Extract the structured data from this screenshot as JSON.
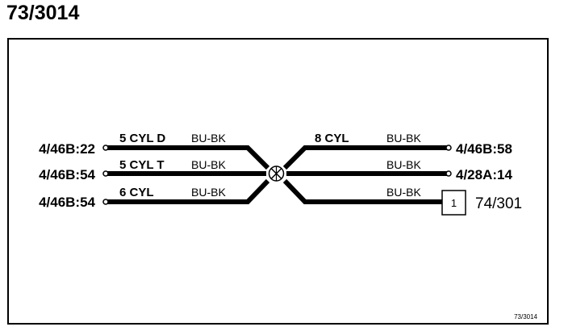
{
  "title": "73/3014",
  "footer_ref": "73/3014",
  "splice_id": "74/301",
  "connector_pin": "1",
  "left_wires": [
    {
      "terminal": "4/46B:22",
      "label": "5 CYL D",
      "color": "BU-BK"
    },
    {
      "terminal": "4/46B:54",
      "label": "5 CYL T",
      "color": "BU-BK"
    },
    {
      "terminal": "4/46B:54",
      "label": "6 CYL",
      "color": "BU-BK"
    }
  ],
  "right_wires": [
    {
      "terminal": "4/46B:58",
      "label": "8 CYL",
      "color": "BU-BK"
    },
    {
      "terminal": "4/28A:14",
      "label": "",
      "color": "BU-BK"
    },
    {
      "terminal": "",
      "label": "",
      "color": "BU-BK"
    }
  ],
  "colors": {
    "line": "#000000",
    "background": "#ffffff"
  }
}
